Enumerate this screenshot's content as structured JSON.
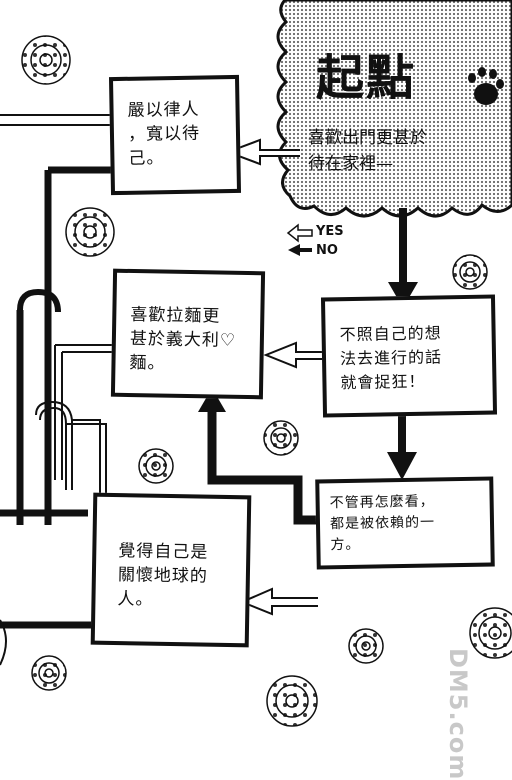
{
  "start": {
    "title": "起點",
    "subtitle_lines": [
      "喜歡出門更甚於",
      "待在家裡—"
    ]
  },
  "legend": {
    "yes": "YES",
    "no": "NO"
  },
  "boxes": {
    "strict": {
      "lines": [
        "嚴以律人",
        "，寬以待",
        "己。"
      ]
    },
    "ramen": {
      "lines": [
        "喜歡拉麵更",
        "甚於義大利",
        "麵。"
      ],
      "heart": "♡"
    },
    "plans": {
      "lines": [
        "不照自己的想",
        "法去進行的話",
        "就會捉狂！"
      ]
    },
    "depend": {
      "lines": [
        "不管再怎麼看，",
        "都是被依賴的一",
        "方。"
      ]
    },
    "earth": {
      "lines": [
        "覺得自己是",
        "關懷地球的",
        "人。"
      ]
    }
  },
  "watermark": "DM5.com",
  "colors": {
    "ink": "#111111",
    "screentone": "#8a8a8a",
    "paper": "#ffffff"
  }
}
